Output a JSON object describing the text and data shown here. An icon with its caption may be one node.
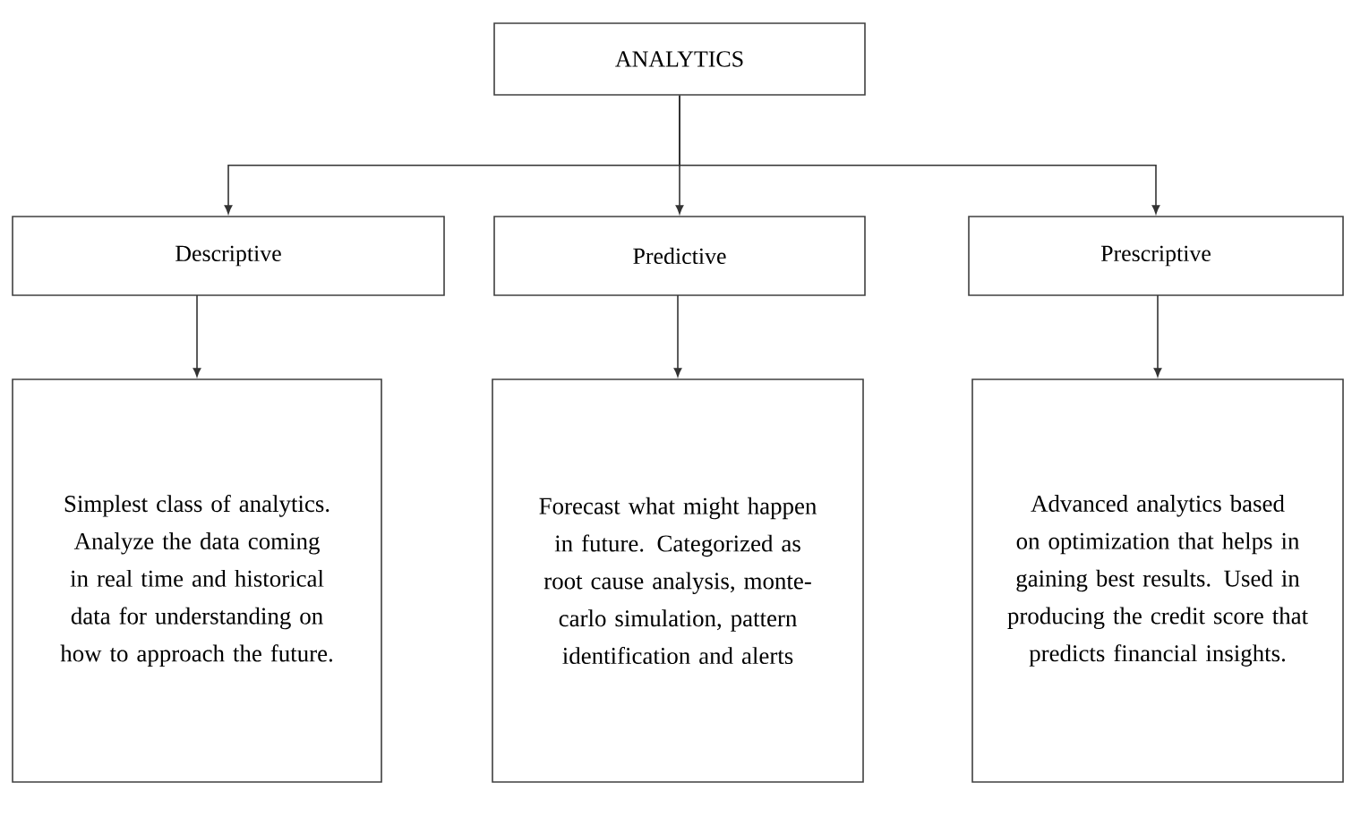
{
  "diagram": {
    "nodes": [
      {
        "text": [
          "ANALYTICS"
        ]
      },
      {
        "text": [
          "Descriptive"
        ]
      },
      {
        "text": [
          "Predictive"
        ]
      },
      {
        "text": [
          "Prescriptive"
        ]
      },
      {
        "text": [
          "Simplest class of analytics. Analyze the data coming in real time and historical data for understanding on how to approach the future."
        ]
      },
      {
        "text": [
          "Forecast what might happen in future. Categorized as root cause analysis, monte-carlo simulation, pattern identification and alerts"
        ]
      },
      {
        "text": [
          "Advanced analytics based on optimization that helps in gaining best results. Used in producing the credit score that predicts financial insights."
        ]
      }
    ],
    "edges": [
      {
        "from": 0,
        "to": 1,
        "arrow": "to"
      },
      {
        "from": 0,
        "to": 2,
        "arrow": "to"
      },
      {
        "from": 0,
        "to": 3,
        "arrow": "to"
      },
      {
        "from": 1,
        "to": 4,
        "arrow": "to"
      },
      {
        "from": 2,
        "to": 5,
        "arrow": "to"
      },
      {
        "from": 3,
        "to": 6,
        "arrow": "to"
      }
    ]
  }
}
